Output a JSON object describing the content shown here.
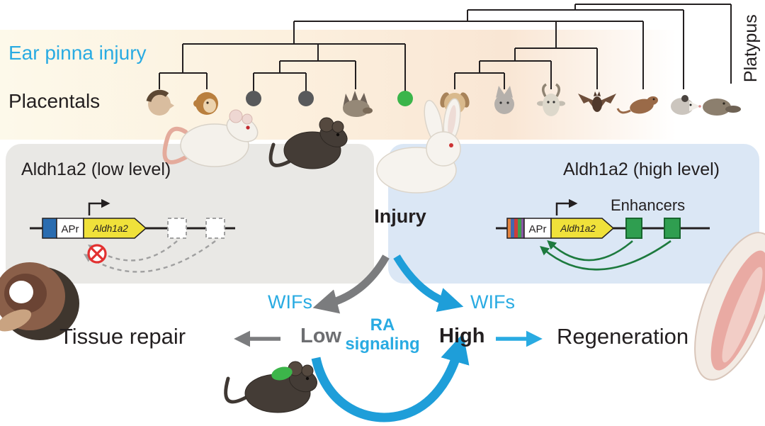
{
  "figure": {
    "tree": {
      "injury_label": "Ear pinna injury",
      "clade_label": "Placentals",
      "platypus_label": "Platypus",
      "taxa": [
        "human",
        "monkey",
        "rat (gray dot)",
        "mouse (gray dot)",
        "hedgehog",
        "rabbit (green dot)",
        "dog",
        "cat",
        "goat",
        "bat",
        "tree shrew",
        "opossum",
        "platypus"
      ],
      "dot_colors": {
        "non_regenerator": "#58595b",
        "regenerator": "#3bb54a"
      }
    },
    "low_panel": {
      "title": "Aldh1a2 (low level)",
      "promoter_label": "APr",
      "gene_label": "Aldh1a2"
    },
    "high_panel": {
      "title": "Aldh1a2 (high level)",
      "promoter_label": "APr",
      "gene_label": "Aldh1a2",
      "enhancers_label": "Enhancers"
    },
    "injury_label": "Injury",
    "flow": {
      "wifs_left": "WIFs",
      "wifs_right": "WIFs",
      "low": "Low",
      "high": "High",
      "ra_line1": "RA",
      "ra_line2": "signaling",
      "repair_outcome": "Tissue repair",
      "regeneration_outcome": "Regeneration"
    },
    "illustrations": [
      "white rat",
      "dark mouse",
      "white rabbit",
      "mouse with green regenerated ear",
      "regenerating ear pinna disc",
      "rabbit ear pinna"
    ],
    "colors": {
      "accent_blue": "#29abe2",
      "arrow_blue": "#1e9ed9",
      "arrow_gray": "#7b7c7e",
      "gene_yellow": "#f0e13a",
      "promoter_blue": "#2a6cb0",
      "enhancer_green": "#2f9e50",
      "blocked_red": "#e23131",
      "band_left": "#fdf9ea",
      "band_right": "#f9e6d4",
      "panel_low_bg": "#e9e8e5",
      "panel_high_bg": "#dbe7f5"
    }
  }
}
